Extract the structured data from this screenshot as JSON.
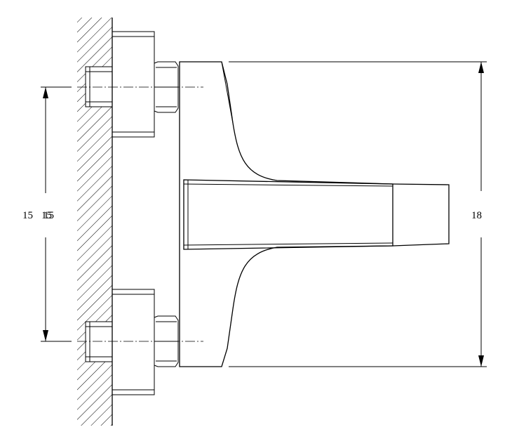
{
  "drawing": {
    "dimensions": {
      "left_label_a": "15",
      "left_label_b": "15",
      "left_label_c": "15",
      "right_label": "18"
    },
    "colors": {
      "line": "#000000",
      "background": "#ffffff"
    }
  }
}
